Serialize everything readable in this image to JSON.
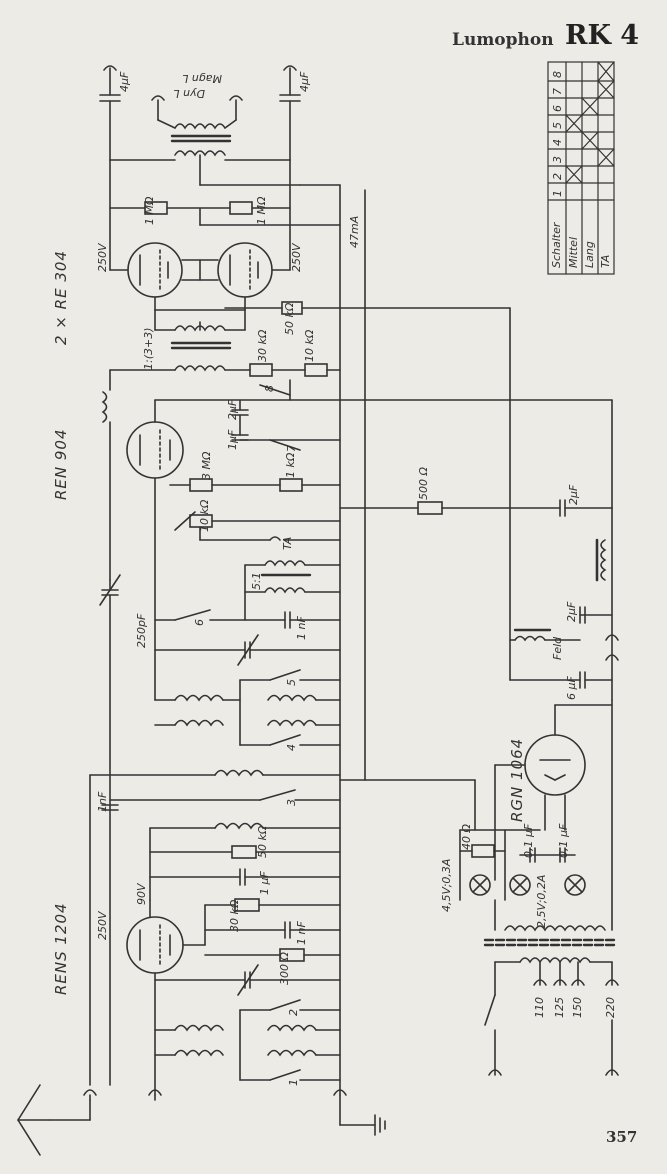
{
  "header": {
    "brand": "Lumophon",
    "model": "RK 4"
  },
  "page_number": "357",
  "tubes": {
    "output": "2 × RE 304",
    "detector": "REN 904",
    "rf": "RENS 1204",
    "rectifier": "RGN 1064"
  },
  "labels": {
    "magn_l": "Magn L",
    "dyn_l": "Dyn L",
    "cap_4uf_left": "4µF",
    "cap_4uf_right": "4µF",
    "res_1mohm_a": "1 MΩ",
    "res_1mohm_b": "1 MΩ",
    "volt_250_a": "250V",
    "volt_250_b": "250V",
    "current_47ma": "47mA",
    "ratio_1_3": "1:(3+3)",
    "res_30k": "30 kΩ",
    "res_10k": "10 kΩ",
    "res_50k": "50 kΩ",
    "cap_2uf_a": "2µF",
    "cap_1uf": "1µF",
    "res_3m": "3 MΩ",
    "res_1k": "1 kΩ",
    "res_500": "500 Ω",
    "cap_2uf_b": "2µF",
    "pot_10k": "10 kΩ",
    "ta": "TA",
    "ratio_5_1": "5:1",
    "cap_250pf": "250pF",
    "cap_1nf_a": "1 nF",
    "cap_2uf_c": "2µF",
    "feld": "Feld",
    "cap_6uf": "6 µF",
    "cap_1nf_b": "1nF",
    "res_40": "40 Ω",
    "cap_01_a": "0,1 µF",
    "cap_01_b": "0,1 µF",
    "lamp_45": "4,5V;0,3A",
    "lamp_25": "2,5V;0,2A",
    "volt_250_c": "250V",
    "volt_90": "90V",
    "res_50k_b": "50 kΩ",
    "cap_1uf_b": "1 µF",
    "res_30k_b": "30 kΩ",
    "cap_1nf_c": "1 nF",
    "res_300": "300 Ω",
    "taps": [
      "110",
      "125",
      "150",
      "220"
    ],
    "switch_nums": [
      "1",
      "2",
      "3",
      "4",
      "5",
      "6",
      "7",
      "8"
    ]
  },
  "switch_table": {
    "rows": [
      "Schalter",
      "Mittel",
      "Lang",
      "TA"
    ],
    "cols": [
      "1",
      "2",
      "3",
      "4",
      "5",
      "6",
      "7",
      "8"
    ]
  }
}
